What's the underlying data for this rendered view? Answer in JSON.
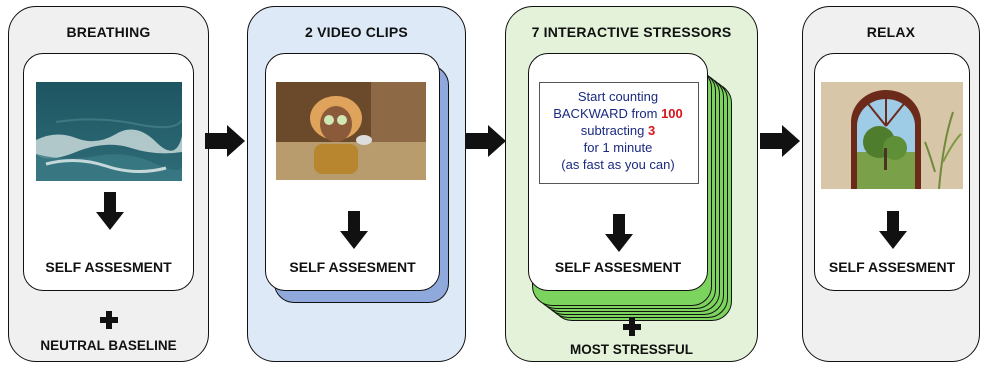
{
  "stages": [
    {
      "title": "BREATHING",
      "label": "SELF ASSESMENT",
      "footer": "NEUTRAL BASELINE",
      "image": "ocean-waves-image"
    },
    {
      "title": "2 VIDEO CLIPS",
      "label": "SELF ASSESMENT",
      "image": "film-still-image"
    },
    {
      "title": "7 INTERACTIVE STRESSORS",
      "label": "SELF ASSESMENT",
      "footer": "MOST STRESSFUL"
    },
    {
      "title": "RELAX",
      "label": "SELF ASSESMENT",
      "image": "virtual-window-image"
    }
  ],
  "task": {
    "line1": "Start counting",
    "line2a": "BACKWARD from ",
    "line2b": "100",
    "line3a": "subtracting ",
    "line3b": "3",
    "line4": "for 1 minute",
    "line5": "(as fast as you can)"
  },
  "colors": {
    "stage1_bg": "#f0f0f0",
    "stage2_bg": "#dde9f6",
    "stage3_bg": "#e3f2d8",
    "stage4_bg": "#f0f0f0",
    "stack_blue": "#8fa9dc",
    "stack_green": "#7cd35d",
    "accent_red": "#d8141b",
    "text_blue": "#1a2a80"
  }
}
